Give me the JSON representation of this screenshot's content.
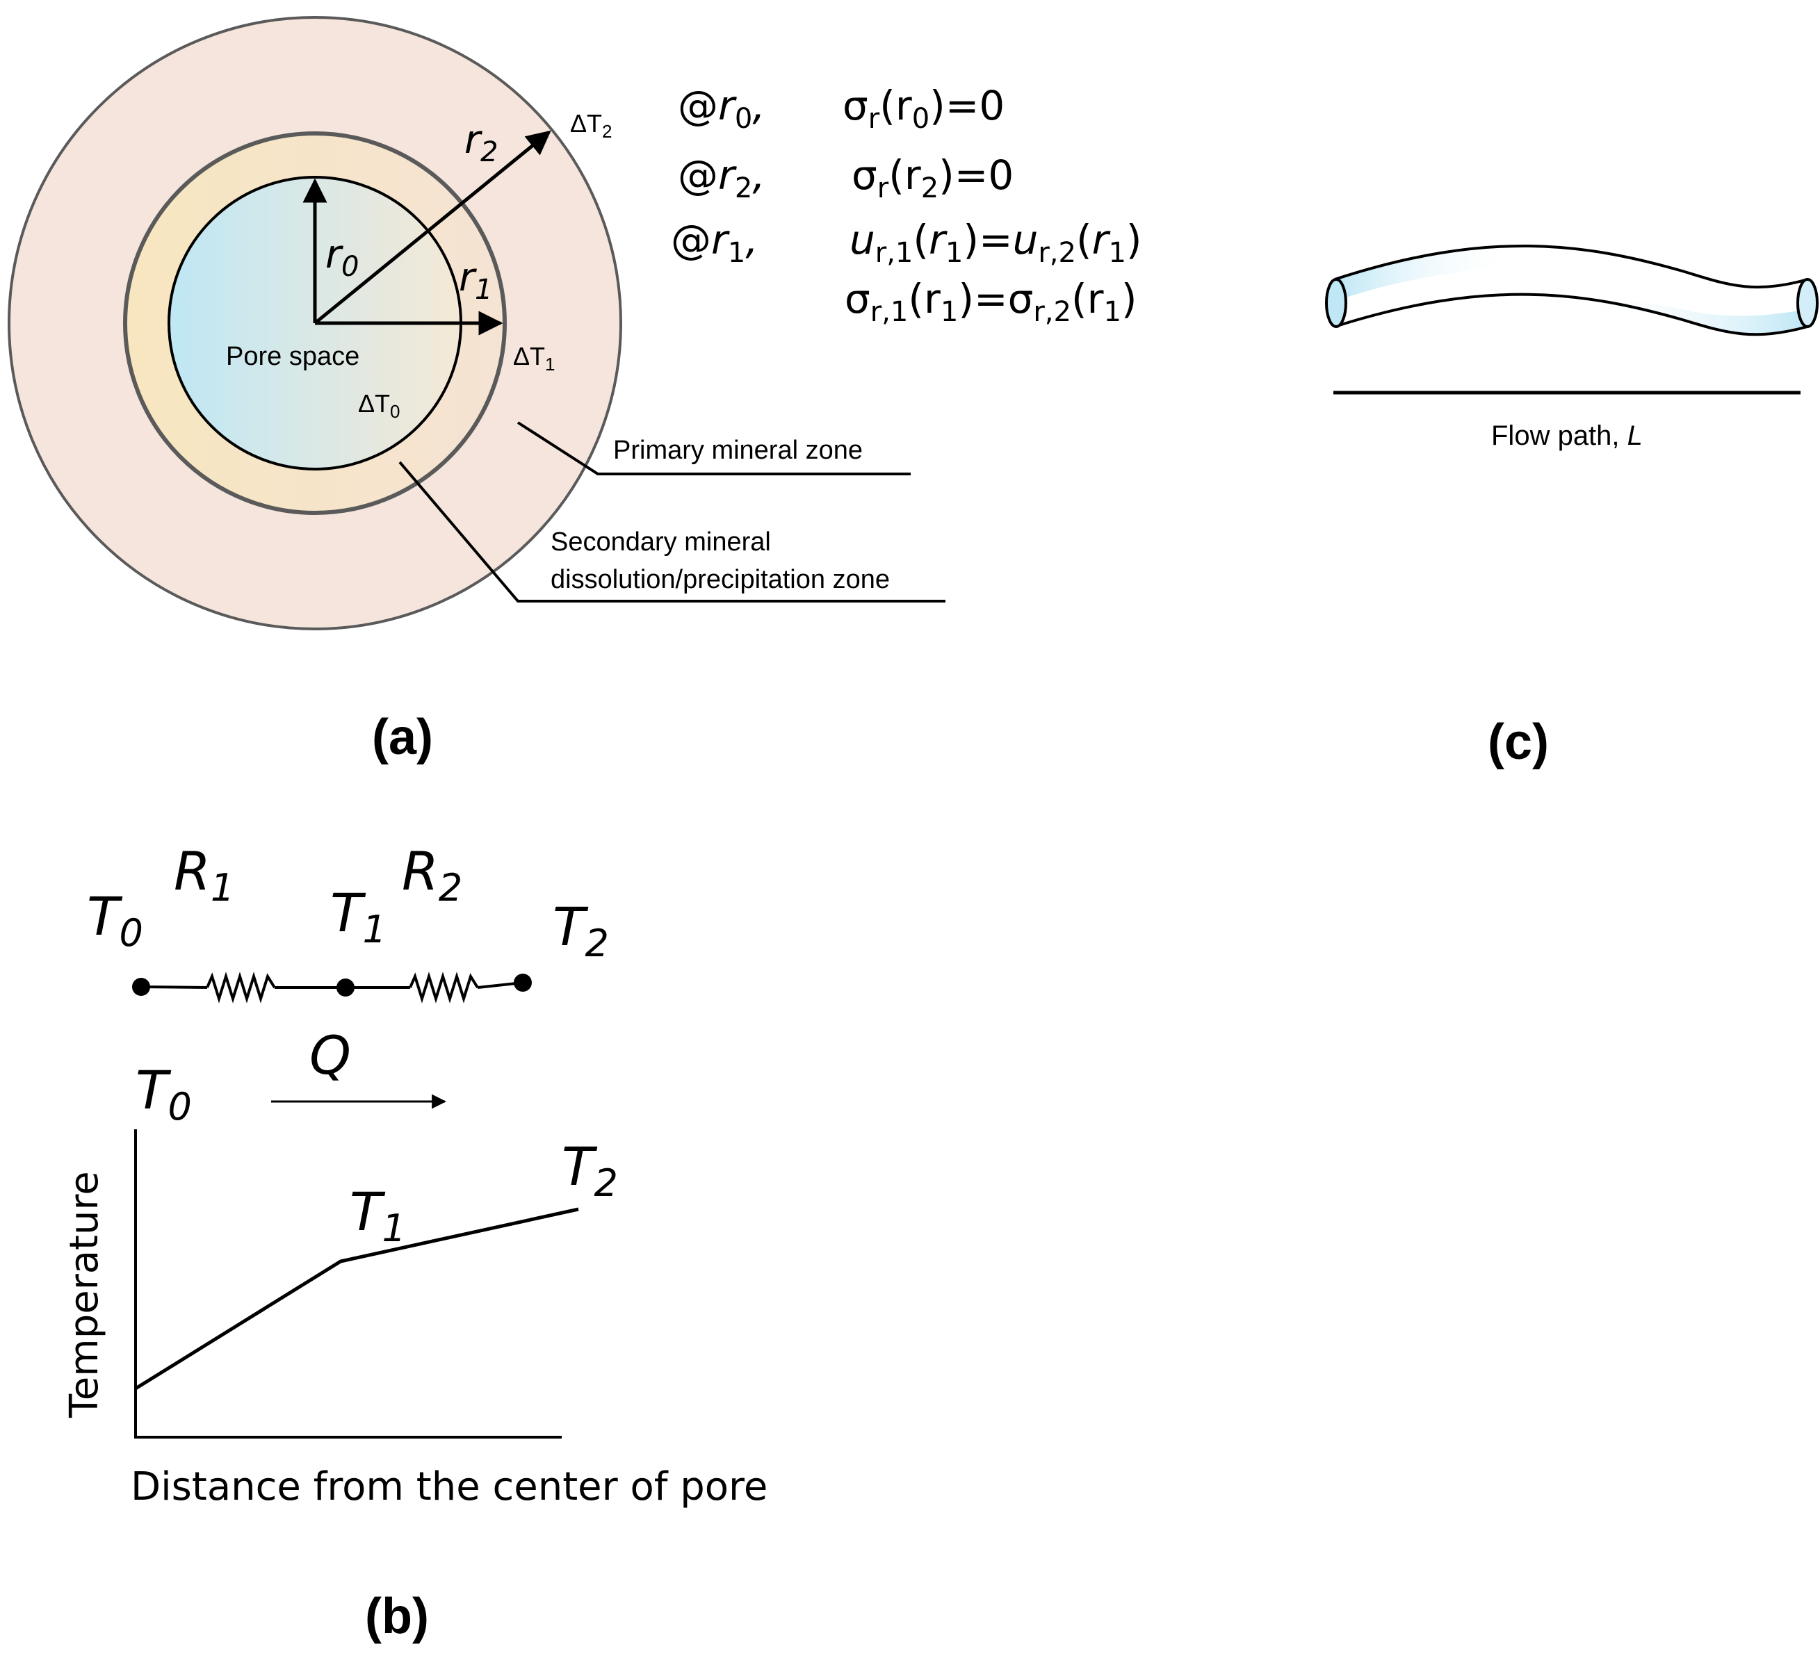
{
  "panel_a": {
    "caption": "(a)",
    "pore_label": "Pore space",
    "radius_labels": {
      "r0": "r",
      "r0_sub": "0",
      "r1": "r",
      "r1_sub": "1",
      "r2": "r",
      "r2_sub": "2"
    },
    "delta_labels": {
      "dT0": "ΔT",
      "dT0_sub": "0",
      "dT1": "ΔT",
      "dT1_sub": "1",
      "dT2": "ΔT",
      "dT2_sub": "2"
    },
    "zone_primary": "Primary mineral zone",
    "zone_secondary_line1": "Secondary mineral",
    "zone_secondary_line2": "dissolution/precipitation zone",
    "bc": {
      "at": "@",
      "r": "r",
      "comma": ",",
      "sigma": "σ",
      "u": "u",
      "sub_0": "0",
      "sub_1": "1",
      "sub_2": "2",
      "sub_r": "r",
      "sub_r1": "r,1",
      "sub_r2": "r,2",
      "open": "(",
      "close": ")",
      "eq0": ")=0",
      "eq": ")="
    },
    "colors": {
      "outer_ring": "#f5e5dc",
      "secondary_ring": "#f7e6bf",
      "pore_left": "#bfe7f5",
      "pore_right": "#f5e9d6"
    }
  },
  "panel_b": {
    "caption": "(b)",
    "T": "T",
    "R": "R",
    "sub_0": "0",
    "sub_1": "1",
    "sub_2": "2",
    "Q": "Q",
    "ylabel": "Temperature",
    "xlabel": "Distance from the center of pore"
  },
  "panel_c": {
    "caption": "(c)",
    "flow_label": "Flow path, ",
    "flow_var": "L",
    "tube_color": "#bfe7f5"
  }
}
